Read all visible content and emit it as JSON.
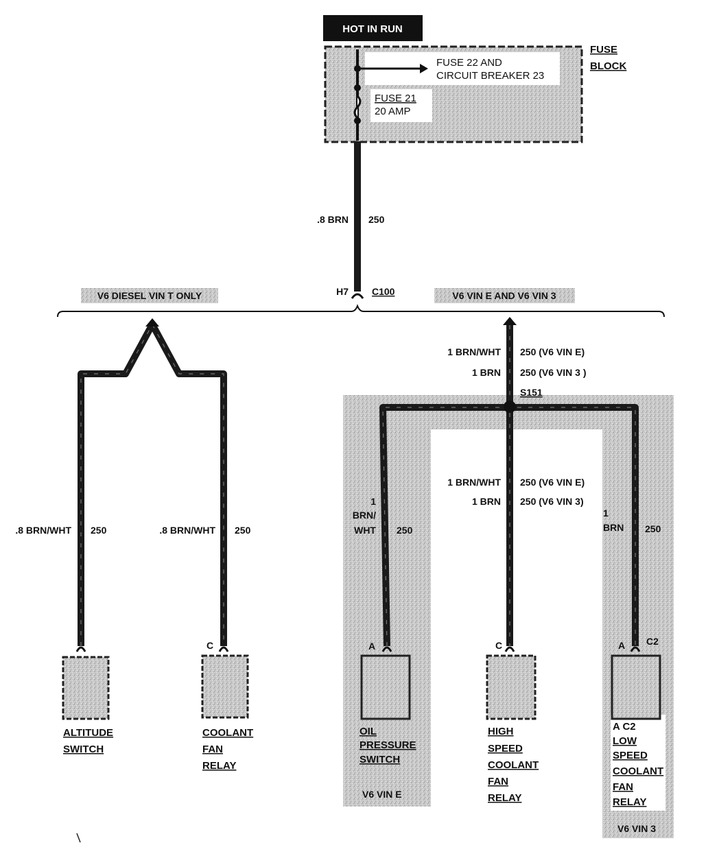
{
  "header": {
    "hot_label": "HOT IN RUN"
  },
  "fuse_block": {
    "name_line1": "FUSE",
    "name_line2": "BLOCK",
    "feed_line1": "FUSE 22 AND",
    "feed_line2": "CIRCUIT BREAKER 23",
    "fuse_line1": "FUSE 21",
    "fuse_line2": "20 AMP"
  },
  "main_feed": {
    "size_color": ".8 BRN",
    "circuit": "250"
  },
  "connector": {
    "terminal": "H7",
    "name": "C100"
  },
  "groups": {
    "diesel": "V6 DIESEL VIN T ONLY",
    "gas": "V6 VIN E AND V6 VIN 3"
  },
  "diesel_branch": {
    "left_wire": {
      "size_color": ".8 BRN/WHT",
      "circuit": "250"
    },
    "right_wire": {
      "size_color": ".8 BRN/WHT",
      "circuit": "250"
    },
    "altitude_switch": {
      "line1": "ALTITUDE",
      "line2": "SWITCH"
    },
    "coolant_fan_relay": {
      "pin": "C",
      "line1": "COOLANT",
      "line2": "FAN",
      "line3": "RELAY"
    }
  },
  "gas_branch": {
    "upper_wire": {
      "row1_color": "1 BRN/WHT",
      "row1_circuit": "250 (V6 VIN E)",
      "row2_color": "1 BRN",
      "row2_circuit": "250  (V6 VIN 3 )"
    },
    "splice": "S151",
    "oil_wire": {
      "size": "1",
      "color_line1": "BRN/",
      "color_line2": "WHT",
      "circuit": "250"
    },
    "middle_wire": {
      "row1_color": "1 BRN/WHT",
      "row1_circuit": "250 (V6 VIN E)",
      "row2_color": "1 BRN",
      "row2_circuit": "250 (V6  VIN 3)"
    },
    "right_wire": {
      "size": "1",
      "color": "BRN",
      "circuit": "250"
    },
    "oil_pressure_switch": {
      "pin": "A",
      "line1": "OIL",
      "line2": "PRESSURE",
      "line3": "SWITCH",
      "note": "V6 VIN E"
    },
    "high_speed_relay": {
      "pin": "C",
      "line1": "HIGH",
      "line2": "SPEED",
      "line3": "COOLANT",
      "line4": "FAN",
      "line5": "RELAY"
    },
    "low_speed_relay": {
      "pin_a": "A",
      "pin_c2": "C2",
      "line0": "A C2",
      "line1": "LOW",
      "line2": "SPEED",
      "line3": "COOLANT",
      "line4": "FAN",
      "line5": "RELAY",
      "note": "V6 VIN 3"
    }
  },
  "colors": {
    "wire": "#1a1a1a",
    "shade": "#c8c8c8",
    "background": "#ffffff"
  }
}
